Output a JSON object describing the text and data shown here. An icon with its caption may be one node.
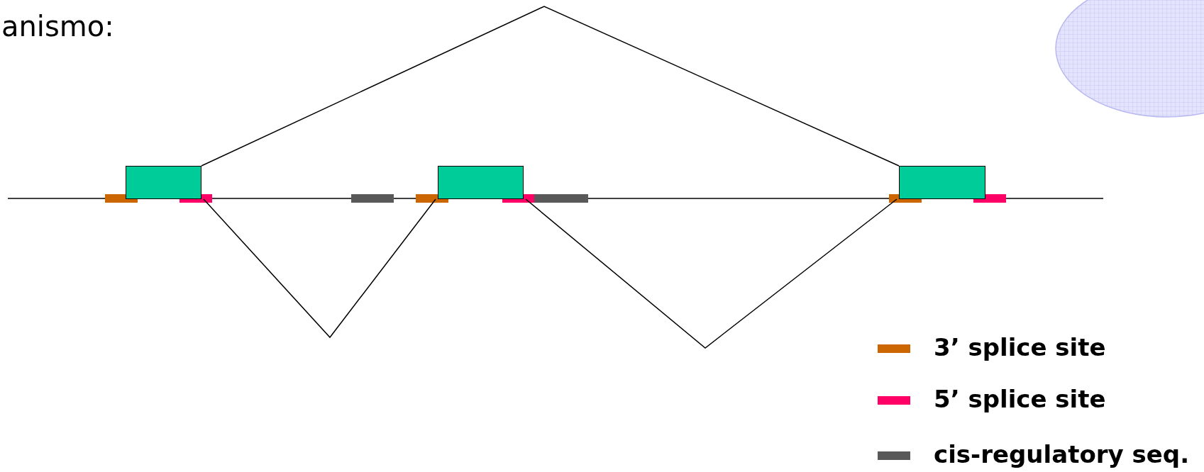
{
  "diagram": {
    "nodes": [
      {
        "text": [],
        "shape": "box"
      },
      {
        "text": [],
        "shape": "box"
      },
      {
        "text": [],
        "shape": "box"
      }
    ],
    "edges": [
      {
        "from": 0,
        "to": 2,
        "arrow": "none"
      },
      {
        "from": 0,
        "to": 1,
        "arrow": "none"
      },
      {
        "from": 1,
        "to": 2,
        "arrow": "none"
      }
    ],
    "labels": [
      "anismo:"
    ],
    "legend": [
      {
        "text": "3’ splice site",
        "color": "#cc6600"
      },
      {
        "text": "5’ splice site",
        "color": "#ff0066"
      },
      {
        "text": "cis-regulatory seq.",
        "color": "#595959"
      }
    ]
  }
}
